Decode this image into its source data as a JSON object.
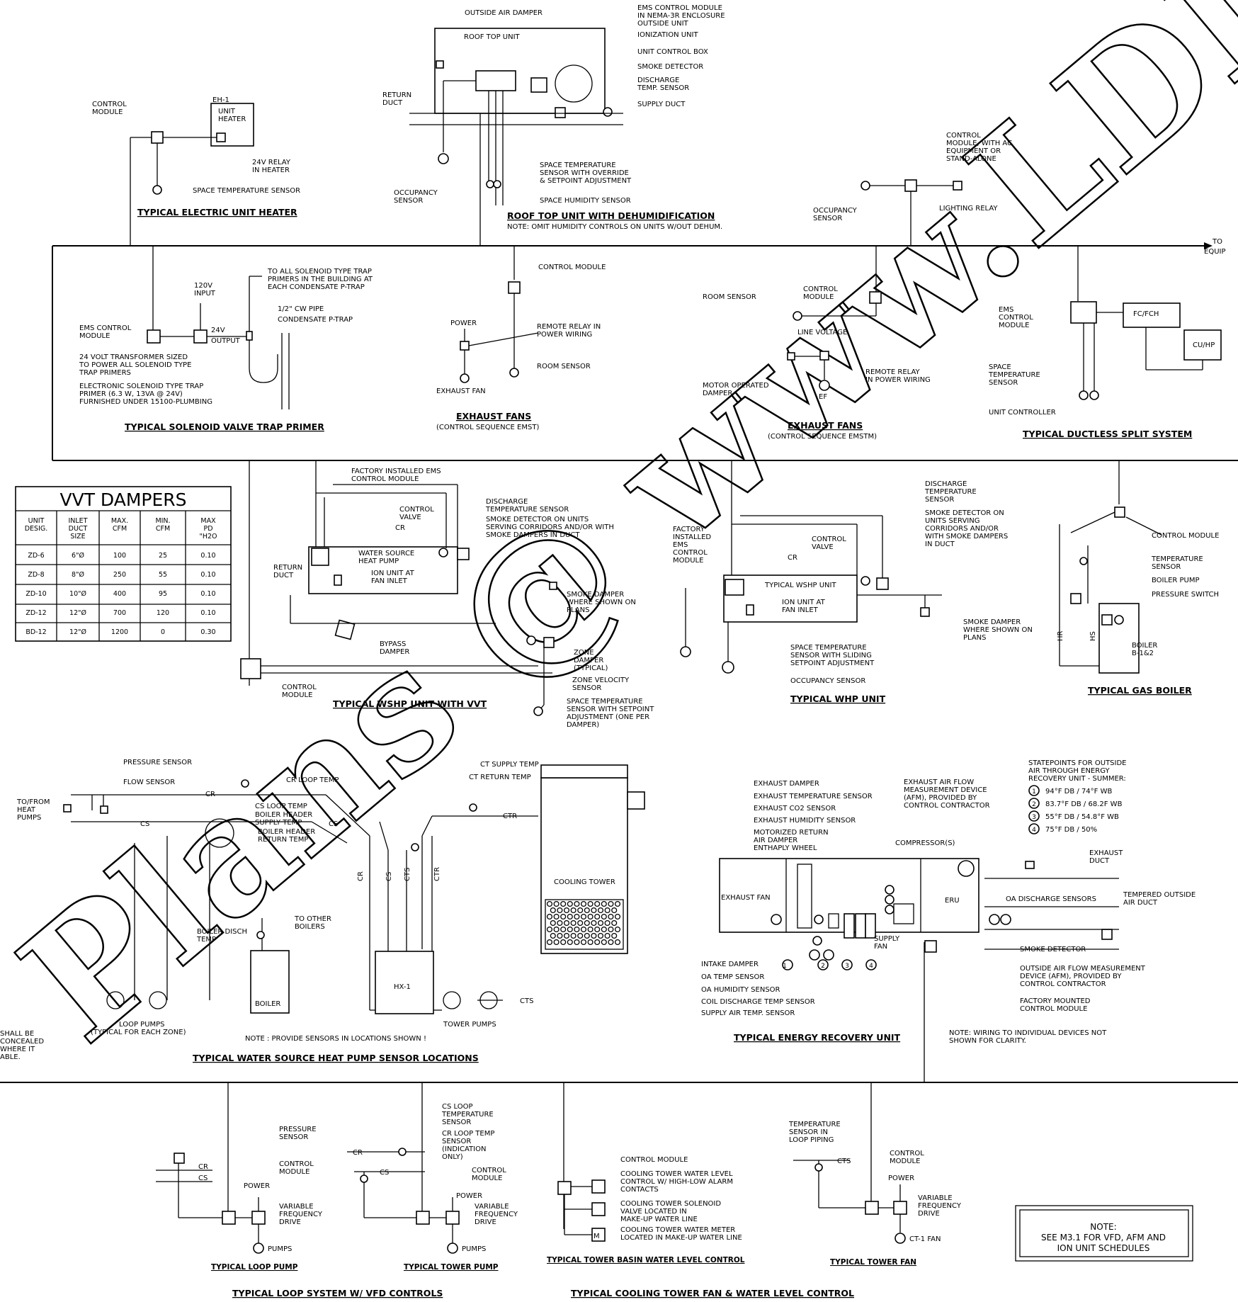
{
  "watermark": "Plans @ www.LDILine.c",
  "sections": {
    "unit_heater": {
      "title": "TYPICAL ELECTRIC UNIT HEATER",
      "eh": "EH-1",
      "unit_l1": "UNIT",
      "unit_l2": "HEATER",
      "ctrl_l1": "CONTROL",
      "ctrl_l2": "MODULE",
      "relay_l1": "24V RELAY",
      "relay_l2": "IN HEATER",
      "space": "SPACE TEMPERATURE SENSOR"
    },
    "rtu": {
      "title": "ROOF TOP UNIT WITH DEHUMIDIFICATION",
      "note": "NOTE: OMIT HUMIDITY CONTROLS ON UNITS W/OUT DEHUM.",
      "unit": "ROOF TOP UNIT",
      "outside_damper": "OUTSIDE AIR DAMPER",
      "ems_l1": "EMS CONTROL MODULE",
      "ems_l2": "IN NEMA-3R ENCLOSURE",
      "ems_l3": "OUTSIDE UNIT",
      "ionization": "IONIZATION UNIT",
      "ucb": "UNIT CONTROL BOX",
      "smoke": "SMOKE DETECTOR",
      "dis_l1": "DISCHARGE",
      "dis_l2": "TEMP. SENSOR",
      "supply": "SUPPLY DUCT",
      "ret_l1": "RETURN",
      "ret_l2": "DUCT",
      "occ_l1": "OCCUPANCY",
      "occ_l2": "SENSOR",
      "sts_l1": "SPACE TEMPERATURE",
      "sts_l2": "SENSOR WITH OVERRIDE",
      "sts_l3": "& SETPOINT ADJUSTMENT",
      "hum": "SPACE HUMIDITY SENSOR"
    },
    "lighting": {
      "ctrl_l1": "CONTROL",
      "ctrl_l2": "MODULE, WITH AC",
      "ctrl_l3": "EQUIPMENT OR",
      "ctrl_l4": "STAND-ALONE",
      "occ_l1": "OCCUPANCY",
      "occ_l2": "SENSOR",
      "relay": "LIGHTING RELAY",
      "to_l1": "TO",
      "to_l2": "EQUIP"
    },
    "trap_primer": {
      "title": "TYPICAL SOLENOID VALVE TRAP PRIMER",
      "to_l1": "TO ALL SOLENOID TYPE TRAP",
      "to_l2": "PRIMERS IN THE BUILDING AT",
      "to_l3": "EACH CONDENSATE P-TRAP",
      "v120_l1": "120V",
      "v120_l2": "INPUT",
      "cw": "1/2\" CW PIPE",
      "ptrap": "CONDENSATE P-TRAP",
      "ems_l1": "EMS CONTROL",
      "ems_l2": "MODULE",
      "v24_l1": "24V",
      "v24_l2": "OUTPUT",
      "tr_l1": "24 VOLT TRANSFORMER SIZED",
      "tr_l2": "TO POWER ALL SOLENOID TYPE",
      "tr_l3": "TRAP PRIMERS",
      "el_l1": "ELECTRONIC SOLENOID TYPE TRAP",
      "el_l2": "PRIMER (6.3 W, 13VA @ 24V)",
      "el_l3": "FURNISHED UNDER 15100-PLUMBING"
    },
    "exhaust1": {
      "title": "EXHAUST FANS",
      "sub": "(CONTROL SEQUENCE EMST)",
      "ctrl": "CONTROL MODULE",
      "power": "POWER",
      "rr_l1": "REMOTE RELAY IN",
      "rr_l2": "POWER WIRING",
      "room": "ROOM SENSOR",
      "fan": "EXHAUST FAN"
    },
    "exhaust2": {
      "title": "EXHAUST FANS",
      "sub": "(CONTROL SEQUENCE EMSTM)",
      "room": "ROOM SENSOR",
      "ctrl_l1": "CONTROL",
      "ctrl_l2": "MODULE",
      "line": "LINE VOLTAGE",
      "mod_l1": "MOTOR OPERATED",
      "mod_l2": "DAMPER",
      "rr_l1": "REMOTE RELAY",
      "rr_l2": "IN POWER WIRING",
      "ef": "EF"
    },
    "ductless": {
      "title": "TYPICAL DUCTLESS SPLIT SYSTEM",
      "ems_l1": "EMS",
      "ems_l2": "CONTROL",
      "ems_l3": "MODULE",
      "fc": "FC/FCH",
      "cu": "CU/HP",
      "sp_l1": "SPACE",
      "sp_l2": "TEMPERATURE",
      "sp_l3": "SENSOR",
      "uc": "UNIT CONTROLLER"
    },
    "vvt": {
      "title": "VVT DAMPERS",
      "headers": [
        "UNIT DESIG.",
        "INLET DUCT SIZE",
        "MAX. CFM",
        "MIN. CFM",
        "MAX PD \"H2O"
      ],
      "rows": [
        [
          "ZD-6",
          "6\"Ø",
          "100",
          "25",
          "0.10"
        ],
        [
          "ZD-8",
          "8\"Ø",
          "250",
          "55",
          "0.10"
        ],
        [
          "ZD-10",
          "10\"Ø",
          "400",
          "95",
          "0.10"
        ],
        [
          "ZD-12",
          "12\"Ø",
          "700",
          "120",
          "0.10"
        ],
        [
          "BD-12",
          "12\"Ø",
          "1200",
          "0",
          "0.30"
        ]
      ]
    },
    "wshp_vvt": {
      "title": "TYPICAL WSHP UNIT WITH VVT",
      "fi_l1": "FACTORY INSTALLED EMS",
      "fi_l2": "CONTROL MODULE",
      "cv_l1": "CONTROL",
      "cv_l2": "VALVE",
      "cr": "CR",
      "dts_l1": "DISCHARGE",
      "dts_l2": "TEMPERATURE SENSOR",
      "sd_l1": "SMOKE DETECTOR ON UNITS",
      "sd_l2": "SERVING CORRIDORS AND/OR WITH",
      "sd_l3": "SMOKE DAMPERS IN DUCT",
      "ret_l1": "RETURN",
      "ret_l2": "DUCT",
      "wshp_l1": "WATER SOURCE",
      "wshp_l2": "HEAT PUMP",
      "ion_l1": "ION UNIT AT",
      "ion_l2": "FAN INLET",
      "smd_l1": "SMOKE DAMPER",
      "smd_l2": "WHERE SHOWN ON",
      "smd_l3": "PLANS",
      "byp_l1": "BYPASS",
      "byp_l2": "DAMPER",
      "zd_l1": "ZONE",
      "zd_l2": "DAMPER",
      "zd_l3": "(TYPICAL)",
      "zv_l1": "ZONE VELOCITY",
      "zv_l2": "SENSOR",
      "ctrl_l1": "CONTROL",
      "ctrl_l2": "MODULE",
      "sts_l1": "SPACE TEMPERATURE",
      "sts_l2": "SENSOR WITH SETPOINT",
      "sts_l3": "ADJUSTMENT (ONE PER",
      "sts_l4": "DAMPER)"
    },
    "whp": {
      "title": "TYPICAL WHP UNIT",
      "fi_l1": "FACTORY",
      "fi_l2": "INSTALLED",
      "fi_l3": "EMS",
      "fi_l4": "CONTROL",
      "fi_l5": "MODULE",
      "cv_l1": "CONTROL",
      "cv_l2": "VALVE",
      "cr": "CR",
      "unit": "TYPICAL WSHP UNIT",
      "ion_l1": "ION UNIT AT",
      "ion_l2": "FAN INLET",
      "dts_l1": "DISCHARGE",
      "dts_l2": "TEMPERATURE",
      "dts_l3": "SENSOR",
      "sd_l1": "SMOKE DETECTOR ON",
      "sd_l2": "UNITS SERVING",
      "sd_l3": "CORRIDORS AND/OR",
      "sd_l4": "WITH SMOKE DAMPERS",
      "sd_l5": "IN DUCT",
      "smd_l1": "SMOKE DAMPER",
      "smd_l2": "WHERE SHOWN ON",
      "smd_l3": "PLANS",
      "sts_l1": "SPACE TEMPERATURE",
      "sts_l2": "SENSOR WITH SLIDING",
      "sts_l3": "SETPOINT ADJUSTMENT",
      "occ": "OCCUPANCY SENSOR"
    },
    "boiler": {
      "title": "TYPICAL GAS BOILER",
      "ctrl": "CONTROL MODULE",
      "ts_l1": "TEMPERATURE",
      "ts_l2": "SENSOR",
      "pump": "BOILER PUMP",
      "ps": "PRESSURE SWITCH",
      "hr": "HR",
      "hs": "HS",
      "b_l1": "BOILER",
      "b_l2": "B-1&2"
    },
    "wshp_loc": {
      "title": "TYPICAL WATER SOURCE HEAT PUMP SENSOR LOCATIONS",
      "note": "NOTE : PROVIDE SENSORS IN LOCATIONS SHOWN !",
      "ps": "PRESSURE SENSOR",
      "fs": "FLOW SENSOR",
      "to_l1": "TO/FROM",
      "to_l2": "HEAT",
      "to_l3": "PUMPS",
      "cr": "CR",
      "cs": "CS",
      "crl": "CR LOOP TEMP",
      "csl": "CS LOOP TEMP",
      "bhs_l1": "BOILER HEADER",
      "bhs_l2": "SUPPLY TEMP",
      "bhr_l1": "BOILER HEADER",
      "bhr_l2": "RETURN TEMP",
      "tob_l1": "TO OTHER",
      "tob_l2": "BOILERS",
      "bd_l1": "BOILER DISCH",
      "bd_l2": "TEMP",
      "boiler": "BOILER",
      "lp_l1": "LOOP PUMPS",
      "lp_l2": "(TYPICAL FOR EACH ZONE)",
      "cts": "CT SUPPLY TEMP",
      "ctr": "CT RETURN TEMP",
      "ctr_s": "CTR",
      "cts_s": "CTS",
      "hx": "HX-1",
      "tp": "TOWER PUMPS",
      "ct": "COOLING TOWER",
      "left_l1": "SHALL BE",
      "left_l2": "CONCEALED",
      "left_l3": "WHERE IT",
      "left_l4": "ABLE."
    },
    "erv": {
      "title": "TYPICAL ENERGY RECOVERY UNIT",
      "note_l1": "NOTE: WIRING TO INDIVIDUAL DEVICES NOT",
      "note_l2": "SHOWN FOR CLARITY.",
      "ed": "EXHAUST DAMPER",
      "ets": "EXHAUST TEMPERATURE SENSOR",
      "eco": "EXHAUST CO2 SENSOR",
      "ehs": "EXHAUST HUMIDITY SENSOR",
      "mr_l1": "MOTORIZED RETURN",
      "mr_l2": "AIR DAMPER",
      "ew": "ENTHAPLY WHEEL",
      "ea_l1": "EXHAUST AIR FLOW",
      "ea_l2": "MEASUREMENT DEVICE",
      "ea_l3": "(AFM), PROVIDED BY",
      "ea_l4": "CONTROL CONTRACTOR",
      "comp": "COMPRESSOR(S)",
      "ef": "EXHAUST FAN",
      "sf_l1": "SUPPLY",
      "sf_l2": "FAN",
      "eru": "ERU",
      "ed_l1": "EXHAUST",
      "ed_l2": "DUCT",
      "to_l1": "TEMPERED OUTSIDE",
      "to_l2": "AIR DUCT",
      "oa": "OA DISCHARGE SENSORS",
      "smoke": "SMOKE DETECTOR",
      "oaf_l1": "OUTSIDE AIR FLOW MEASUREMENT",
      "oaf_l2": "DEVICE (AFM), PROVIDED BY",
      "oaf_l3": "CONTROL CONTRACTOR",
      "fm_l1": "FACTORY MOUNTED",
      "fm_l2": "CONTROL MODULE",
      "intake": "INTAKE DAMPER",
      "oat": "OA TEMP SENSOR",
      "oah": "OA HUMIDITY SENSOR",
      "cdt": "COIL DISCHARGE TEMP SENSOR",
      "sat": "SUPPLY AIR TEMP. SENSOR",
      "sp_l1": "STATEPOINTS FOR OUTSIDE",
      "sp_l2": "AIR THROUGH ENERGY",
      "sp_l3": "RECOVERY UNIT - SUMMER:",
      "s1": "94°F DB / 74°F WB",
      "s2": "83.7°F DB / 68.2F WB",
      "s3": "55°F DB / 54.8°F WB",
      "s4": "75°F DB / 50%"
    },
    "loop_pump": {
      "title": "TYPICAL LOOP PUMP",
      "ps_l1": "PRESSURE",
      "ps_l2": "SENSOR",
      "cm_l1": "CONTROL",
      "cm_l2": "MODULE",
      "power": "POWER",
      "vfd_l1": "VARIABLE",
      "vfd_l2": "FREQUENCY",
      "vfd_l3": "DRIVE",
      "pumps": "PUMPS",
      "cr": "CR",
      "cs": "CS"
    },
    "tower_pump": {
      "title": "TYPICAL TOWER PUMP",
      "csl_l1": "CS LOOP",
      "csl_l2": "TEMPERATURE",
      "csl_l3": "SENSOR",
      "crl_l1": "CR LOOP TEMP",
      "crl_l2": "SENSOR",
      "crl_l3": "(INDICATION",
      "crl_l4": "ONLY)",
      "cm_l1": "CONTROL",
      "cm_l2": "MODULE",
      "power": "POWER",
      "vfd_l1": "VARIABLE",
      "vfd_l2": "FREQUENCY",
      "vfd_l3": "DRIVE",
      "pumps": "PUMPS",
      "cr": "CR",
      "cs": "CS"
    },
    "basin": {
      "title": "TYPICAL TOWER BASIN WATER LEVEL CONTROL",
      "cm": "CONTROL MODULE",
      "wl_l1": "COOLING TOWER WATER LEVEL",
      "wl_l2": "CONTROL W/ HIGH-LOW ALARM",
      "wl_l3": "CONTACTS",
      "sv_l1": "COOLING TOWER SOLENOID",
      "sv_l2": "VALVE LOCATED IN",
      "sv_l3": "MAKE-UP WATER LINE",
      "wm_l1": "COOLING TOWER WATER METER",
      "wm_l2": "LOCATED IN MAKE-UP WATER LINE"
    },
    "tower_fan": {
      "title": "TYPICAL TOWER FAN",
      "ts_l1": "TEMPERATURE",
      "ts_l2": "SENSOR IN",
      "ts_l3": "LOOP PIPING",
      "cts": "CTS",
      "cm_l1": "CONTROL",
      "cm_l2": "MODULE",
      "power": "POWER",
      "vfd_l1": "VARIABLE",
      "vfd_l2": "FREQUENCY",
      "vfd_l3": "DRIVE",
      "fan": "CT-1 FAN"
    },
    "bottom": {
      "loop_title": "TYPICAL LOOP SYSTEM W/ VFD CONTROLS",
      "ct_title": "TYPICAL COOLING TOWER FAN & WATER LEVEL CONTROL",
      "note_l1": "NOTE:",
      "note_l2": "SEE M3.1 FOR VFD, AFM AND",
      "note_l3": "ION UNIT SCHEDULES"
    }
  }
}
